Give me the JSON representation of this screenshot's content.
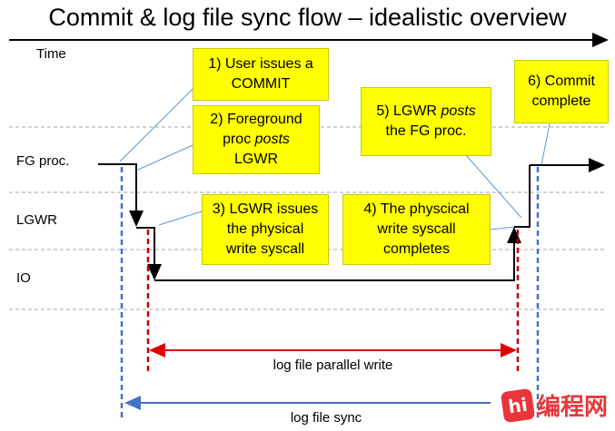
{
  "title": "Commit & log file sync flow – idealistic overview",
  "lanes": {
    "time": "Time",
    "fg": "FG proc.",
    "lgwr": "LGWR",
    "io": "IO"
  },
  "steps": [
    {
      "n": "1)",
      "line1": "1) User issues a",
      "line2": "COMMIT"
    },
    {
      "line1": "2) Foreground",
      "line2a": "proc ",
      "line2b": "posts",
      "line3": "LGWR"
    },
    {
      "line1": "3) LGWR issues",
      "line2": "the physical",
      "line3": "write syscall"
    },
    {
      "line1": "4) The physcical",
      "line2": "write syscall",
      "line3": "completes"
    },
    {
      "line1a": "5) LGWR ",
      "line1b": "posts",
      "line2": "the FG proc."
    },
    {
      "line1": "6) Commit",
      "line2": "complete"
    }
  ],
  "ranges": {
    "parallel_write": "log file parallel write",
    "sync": "log file sync"
  },
  "colors": {
    "step_box": "#ffff00",
    "blue_dashed": "#4472c4",
    "red_dashed": "#c00000",
    "callout_line": "#5b9bd5",
    "lane_grid": "#a6a6a6"
  },
  "watermark": {
    "mark": "hi",
    "text": "编程网"
  }
}
